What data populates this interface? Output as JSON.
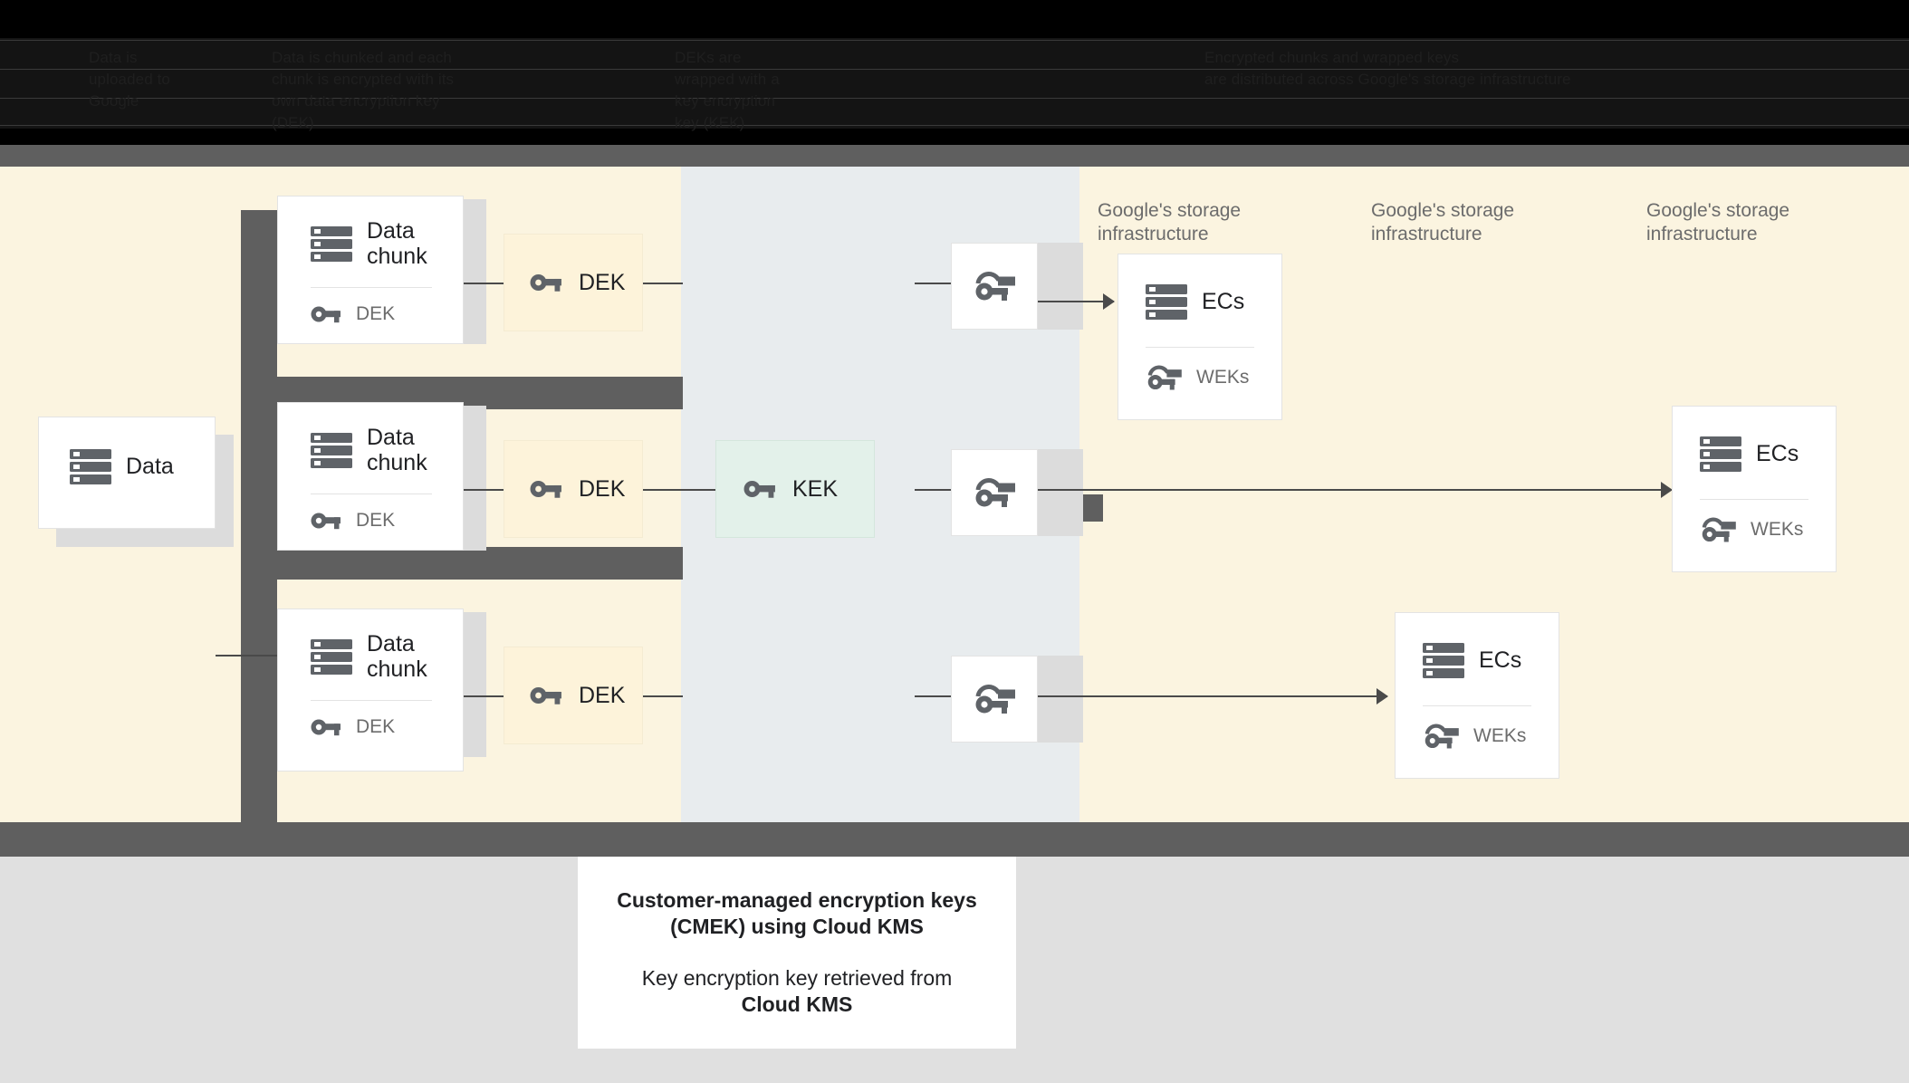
{
  "header": {
    "columns": [
      {
        "id": "col-1",
        "text": "Data is\nuploaded to\nGoogle"
      },
      {
        "id": "col-2",
        "text": "Data is chunked and each\nchunk is encrypted with its\nown data encryption key (DEK)"
      },
      {
        "id": "col-3",
        "text": "DEKs are\nwrapped with a\nkey encryption\nkey (KEK)"
      },
      {
        "id": "col-4",
        "text": "Encrypted chunks and wrapped keys\nare distributed across Google's storage infrastructure"
      }
    ]
  },
  "diagram": {
    "source_card": {
      "title": "Data",
      "icon": "storage-icon"
    },
    "chunk_cards": [
      {
        "title": "Data chunk",
        "key_label": "DEK",
        "icon": "storage-icon",
        "key_icon": "key-icon"
      },
      {
        "title": "Data chunk",
        "key_label": "DEK",
        "icon": "storage-icon",
        "key_icon": "key-icon"
      },
      {
        "title": "Data chunk",
        "key_label": "DEK",
        "icon": "storage-icon",
        "key_icon": "key-icon"
      }
    ],
    "dek_chips": [
      {
        "label": "DEK",
        "icon": "key-icon"
      },
      {
        "label": "DEK",
        "icon": "key-icon"
      },
      {
        "label": "DEK",
        "icon": "key-icon"
      }
    ],
    "kek_chip": {
      "label": "KEK",
      "icon": "key-icon"
    },
    "wek_boxes": [
      {
        "icon": "wrapped-key-icon"
      },
      {
        "icon": "wrapped-key-icon"
      },
      {
        "icon": "wrapped-key-icon"
      }
    ],
    "infra_labels": [
      {
        "text": "Google's storage infrastructure"
      },
      {
        "text": "Google's storage infrastructure"
      },
      {
        "text": "Google's storage infrastructure"
      }
    ],
    "ec_cards": [
      {
        "title": "ECs",
        "key_label": "WEKs",
        "icon": "storage-icon",
        "key_icon": "wrapped-key-icon"
      },
      {
        "title": "ECs",
        "key_label": "WEKs",
        "icon": "storage-icon",
        "key_icon": "wrapped-key-icon"
      },
      {
        "title": "ECs",
        "key_label": "WEKs",
        "icon": "storage-icon",
        "key_icon": "wrapped-key-icon"
      }
    ]
  },
  "caption": {
    "strong": "Customer-managed encryption keys\n(CMEK) using Cloud KMS",
    "normal_prefix": "Key encryption key retrieved from\n",
    "normal_strong": "Cloud KMS"
  },
  "colors": {
    "canvas_cream": "#FBF4E0",
    "kms_band": "#E8ECEE",
    "dek_chip": "#FDF3DA",
    "kek_chip": "#E3F1EA",
    "selection_grey": "#5F5F5F",
    "shadow_grey": "#DCDCDC",
    "icon_grey": "#5F6368",
    "bottom_grey": "#E0E0E0"
  }
}
